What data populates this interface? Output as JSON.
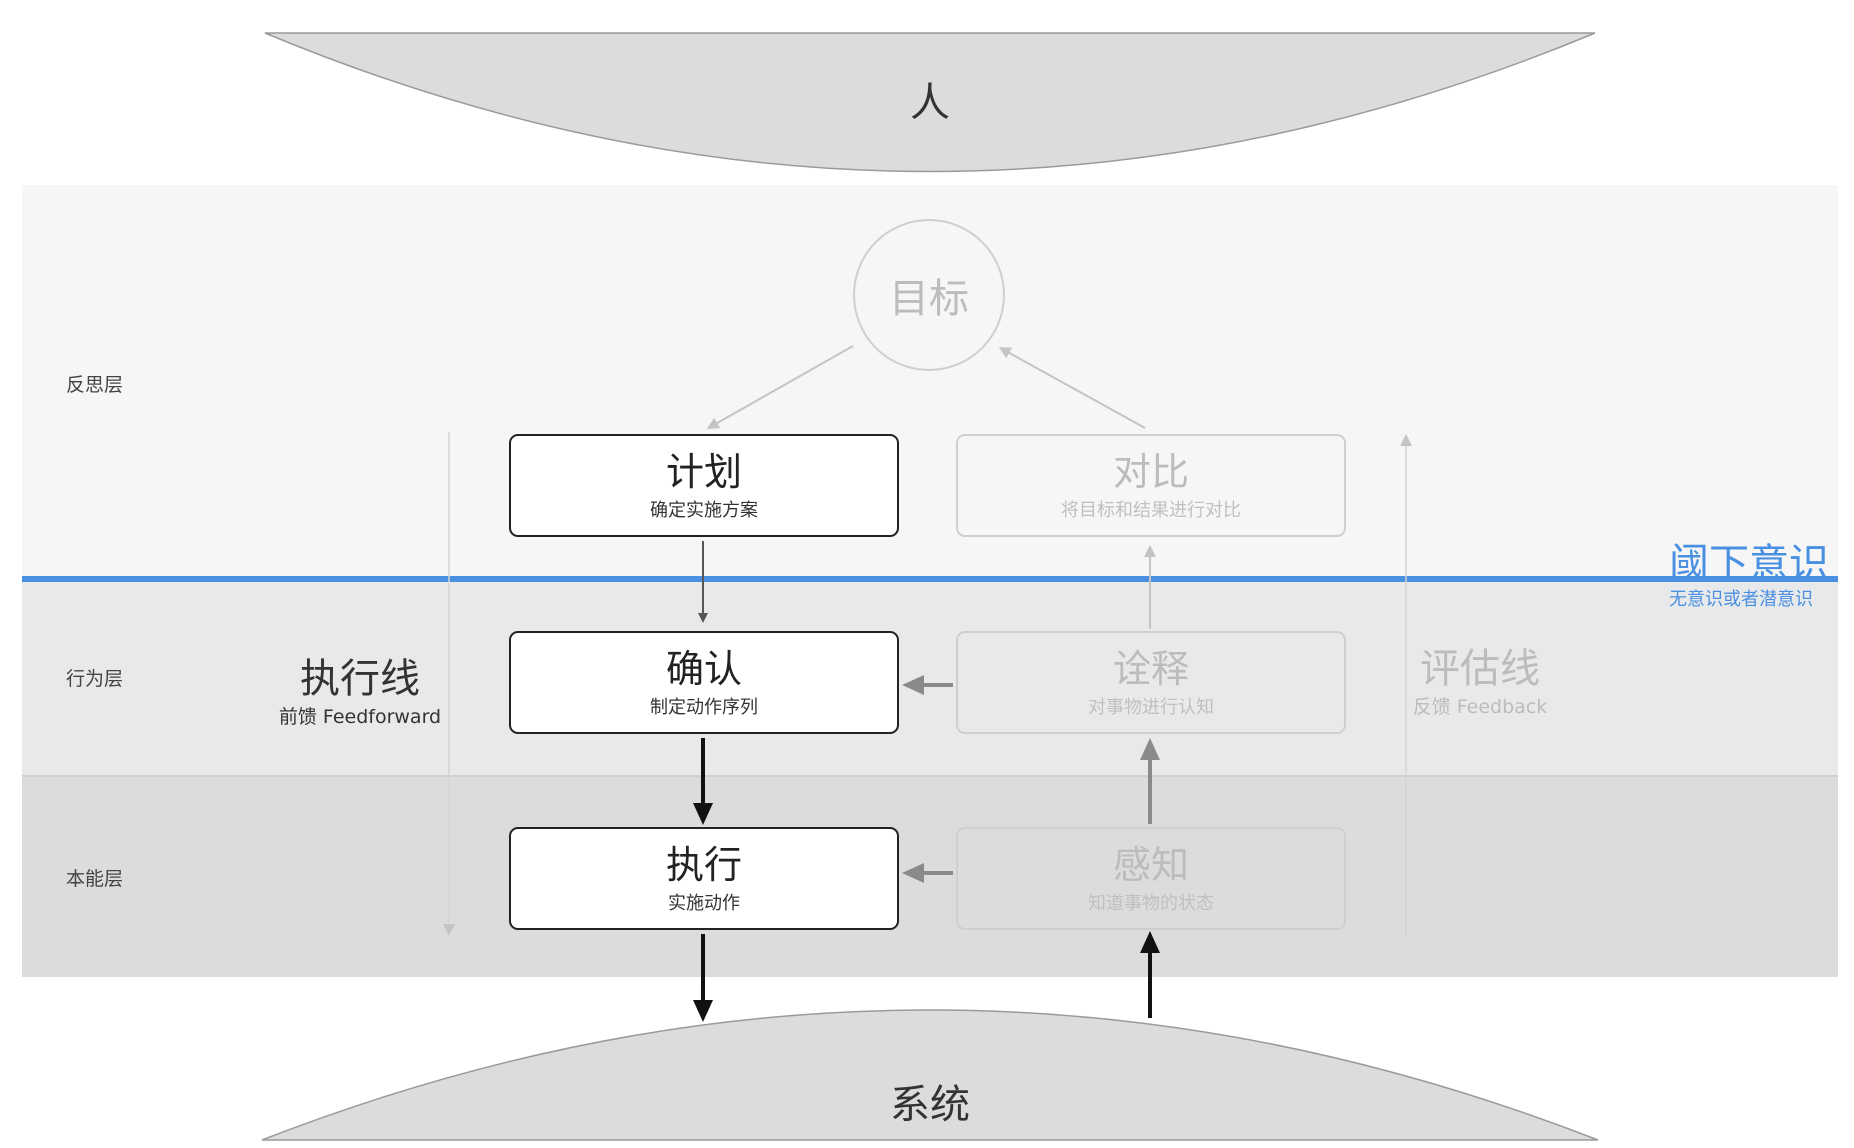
{
  "ellipses": {
    "top_label": "人",
    "bottom_label": "系统"
  },
  "layers": {
    "reflective": "反思层",
    "behavioral": "行为层",
    "visceral": "本能层"
  },
  "goal": "目标",
  "boxes": {
    "plan": {
      "title": "计划",
      "sub": "确定实施方案"
    },
    "specify": {
      "title": "确认",
      "sub": "制定动作序列"
    },
    "perform": {
      "title": "执行",
      "sub": "实施动作"
    },
    "compare": {
      "title": "对比",
      "sub": "将目标和结果进行对比"
    },
    "interpret": {
      "title": "诠释",
      "sub": "对事物进行认知"
    },
    "perceive": {
      "title": "感知",
      "sub": "知道事物的状态"
    }
  },
  "execution_line": {
    "title": "执行线",
    "sub": "前馈 Feedforward"
  },
  "evaluation_line": {
    "title": "评估线",
    "sub": "反馈 Feedback"
  },
  "subconscious": {
    "title": "阈下意识",
    "sub": "无意识或者潜意识"
  },
  "colors": {
    "accent": "#4a90e2",
    "active": "#222222",
    "faded": "#bcbcbc"
  }
}
